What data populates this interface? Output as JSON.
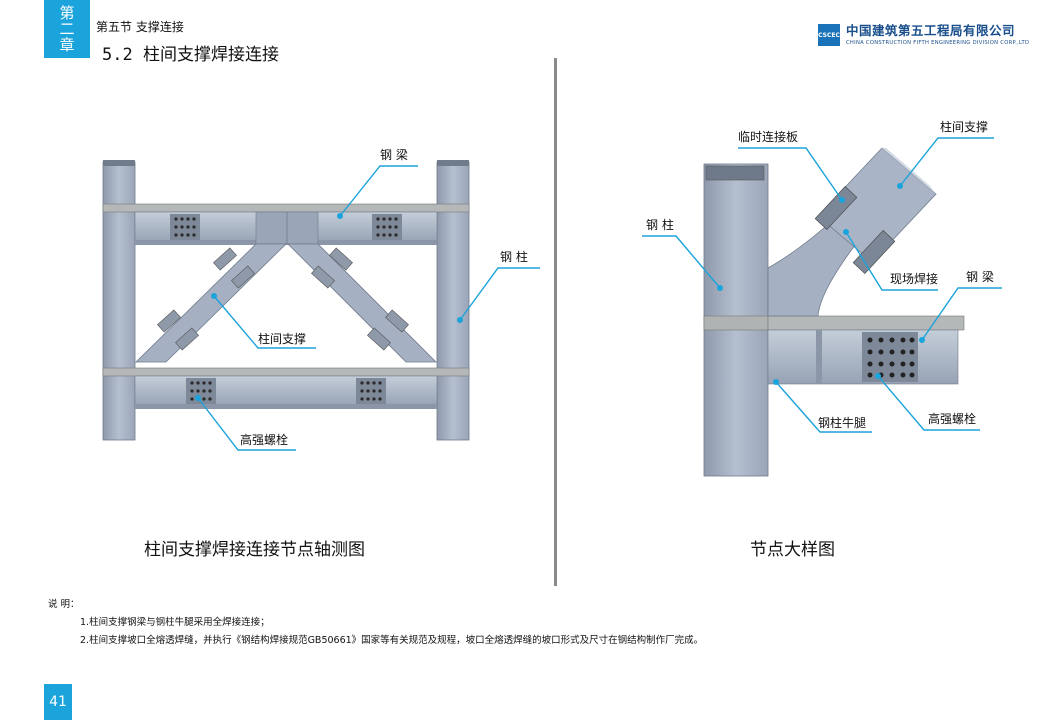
{
  "header": {
    "chapter_chars": [
      "第",
      "二",
      "章"
    ],
    "section_label": "第五节  支撑连接",
    "section_title": "5.2 柱间支撑焊接连接",
    "logo_cn": "中国建筑第五工程局有限公司",
    "logo_en": "CHINA CONSTRUCTION FIFTH ENGINEERING DIVISION CORP.,LTD",
    "logo_mark": "CSCEC"
  },
  "left_figure": {
    "caption": "柱间支撑焊接连接节点轴测图",
    "labels": {
      "steel_beam": "钢 梁",
      "steel_column": "钢 柱",
      "column_bracing": "柱间支撑",
      "hs_bolt": "高强螺栓"
    }
  },
  "right_figure": {
    "caption": "节点大样图",
    "labels": {
      "temp_plate": "临时连接板",
      "column_bracing": "柱间支撑",
      "steel_column": "钢 柱",
      "field_weld": "现场焊接",
      "steel_beam": "钢 梁",
      "bracket": "钢柱牛腿",
      "hs_bolt": "高强螺栓"
    }
  },
  "notes": {
    "heading": "说  明：",
    "items": [
      "1.柱间支撑钢梁与钢柱牛腿采用全焊接连接；",
      "2.柱间支撑坡口全熔透焊缝，并执行《钢结构焊接规范GB50661》国家等有关规范及规程，坡口全熔透焊缝的坡口形式及尺寸在钢结构制作厂完成。"
    ]
  },
  "page_number": "41",
  "colors": {
    "accent": "#1ba3db",
    "steel": "#a9b5c6",
    "steel_dark": "#7f8c9e",
    "callout_line": "#1ba3db"
  }
}
